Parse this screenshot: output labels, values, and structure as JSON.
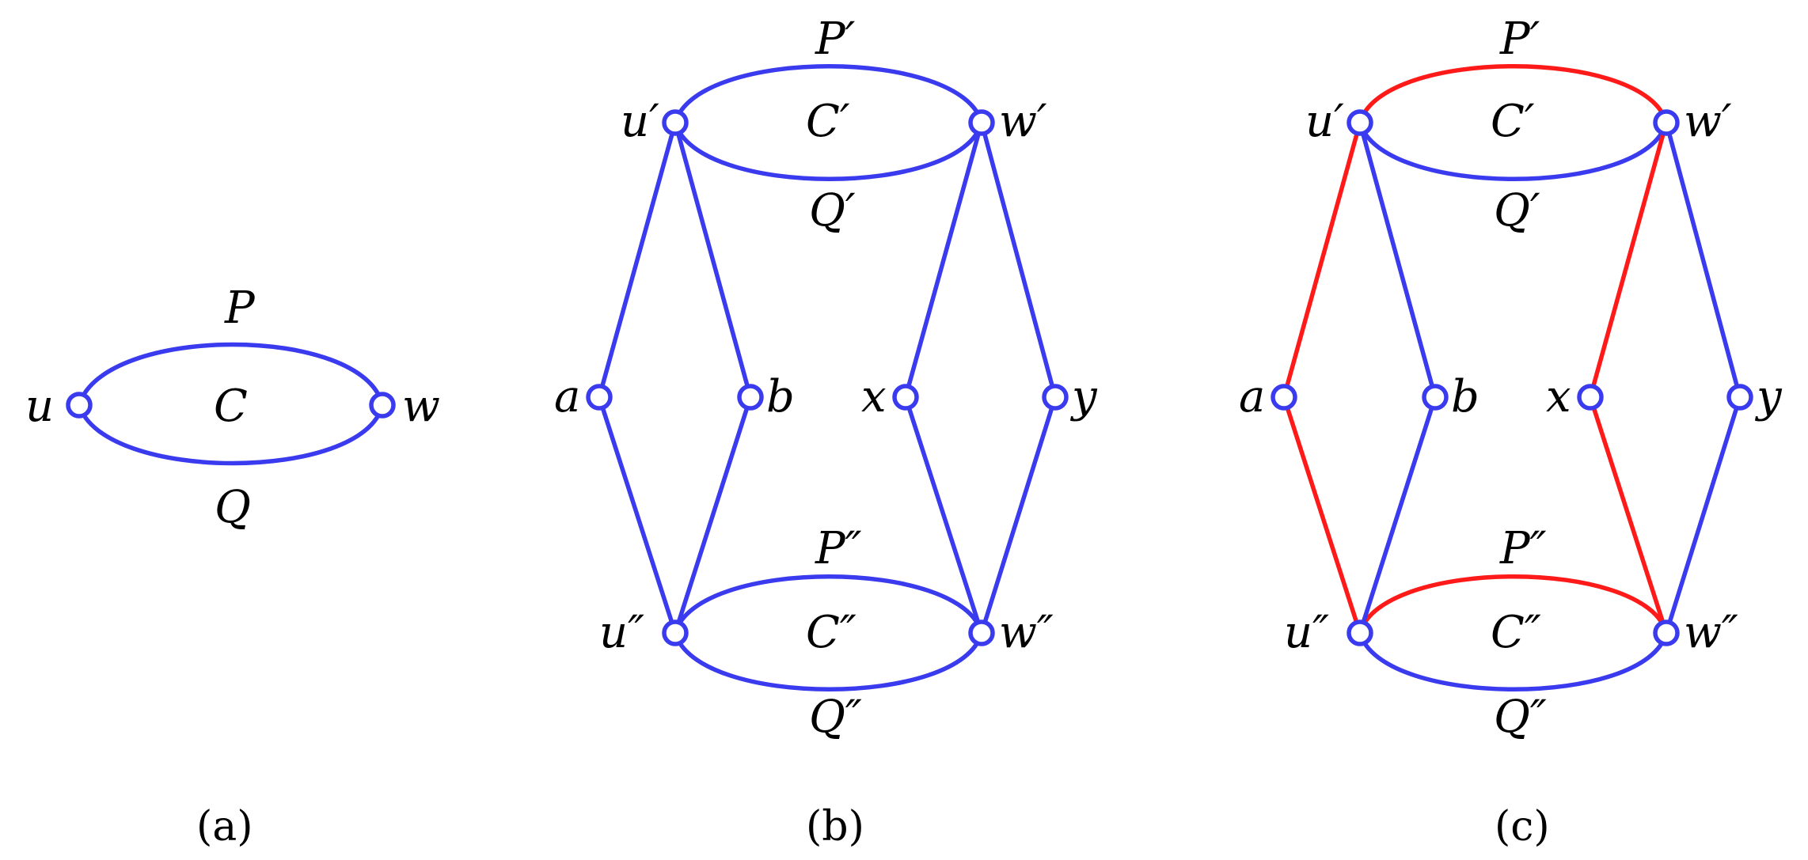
{
  "colors": {
    "default_edge": "#3a3aee",
    "highlight_edge": "#ff1a1a",
    "node_stroke": "#3a3aee"
  },
  "panels": [
    {
      "caption": "(a)",
      "labels": {
        "u": "u",
        "w": "w",
        "P": "P",
        "C": "C",
        "Q": "Q"
      }
    },
    {
      "caption": "(b)",
      "labels": {
        "u1": "u′",
        "w1": "w′",
        "P1": "P′",
        "C1": "C′",
        "Q1": "Q′",
        "a": "a",
        "b": "b",
        "x": "x",
        "y": "y",
        "u2": "u″",
        "w2": "w″",
        "P2": "P″",
        "C2": "C″",
        "Q2": "Q″"
      }
    },
    {
      "caption": "(c)",
      "labels": {
        "u1": "u′",
        "w1": "w′",
        "P1": "P′",
        "C1": "C′",
        "Q1": "Q′",
        "a": "a",
        "b": "b",
        "x": "x",
        "y": "y",
        "u2": "u″",
        "w2": "w″",
        "P2": "P″",
        "C2": "C″",
        "Q2": "Q″"
      },
      "highlighted_edges": [
        "P1",
        "P2",
        "u1-a",
        "a-u2",
        "w1-x",
        "x-w2"
      ]
    }
  ]
}
